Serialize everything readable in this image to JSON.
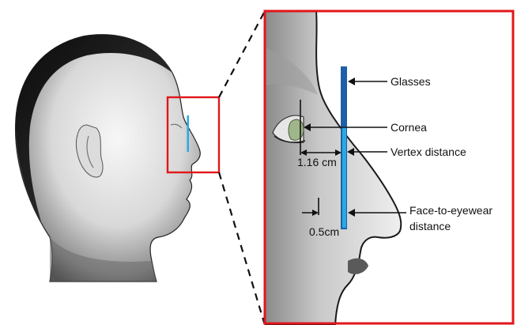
{
  "labels": {
    "glasses": "Glasses",
    "cornea": "Cornea",
    "vertex_distance": "Vertex distance",
    "face_to_eyewear_line1": "Face-to-eyewear",
    "face_to_eyewear_line2": "distance",
    "measure_vertex": "1.16 cm",
    "measure_face": "0.5cm"
  },
  "colors": {
    "highlight_box": "#e0171b",
    "lens_outer": "#1f5fa8",
    "lens_inner": "#29a9e1",
    "arrow": "#111111",
    "cornea": "#9fb58a"
  },
  "icons": {
    "head_model": "head-profile-3d",
    "zoom_view": "nose-closeup-3d"
  }
}
